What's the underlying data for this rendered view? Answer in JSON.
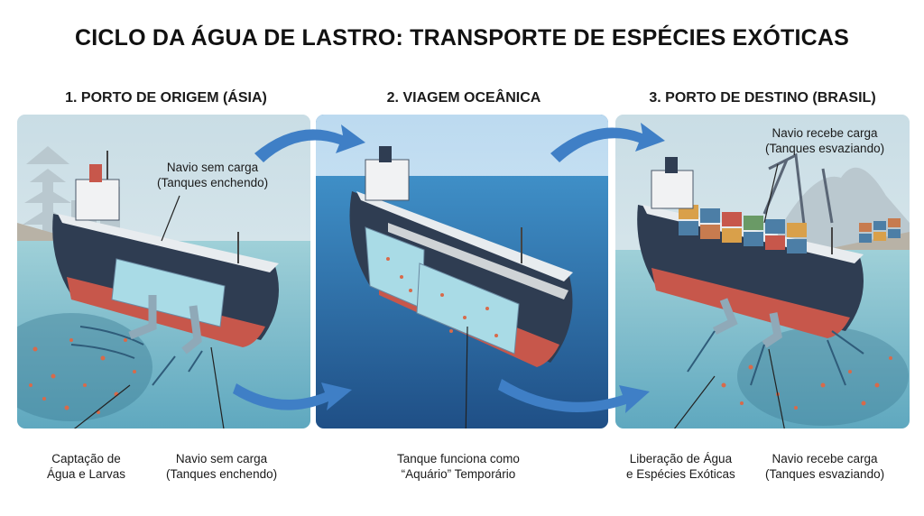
{
  "title": "CICLO DA ÁGUA DE LASTRO: TRANSPORTE DE ESPÉCIES EXÓTICAS",
  "panels": [
    {
      "heading": "1. PORTO DE ORIGEM (ÁSIA)",
      "inner_label": [
        "Navio sem carga",
        "(Tanques enchendo)"
      ],
      "bottom_labels": [
        [
          "Captação de",
          "Água e Larvas"
        ],
        [
          "Navio sem carga",
          "(Tanques enchendo)"
        ]
      ]
    },
    {
      "heading": "2. VIAGEM OCEÂNICA",
      "bottom_labels": [
        [
          "Tanque funciona como",
          "“Aquário” Temporário"
        ]
      ]
    },
    {
      "heading": "3. PORTO DE DESTINO (BRASIL)",
      "inner_label": [
        "Navio recebe carga",
        "(Tanques esvaziando)"
      ],
      "bottom_labels": [
        [
          "Liberação de Água",
          "e Espécies Exóticas"
        ],
        [
          "Navio recebe carga",
          "(Tanques esvaziando)"
        ]
      ]
    }
  ],
  "colors": {
    "sea": "#8fc8d4",
    "ocean": "#2b78b4",
    "hull_red": "#c7574b",
    "hull_dark": "#2f3d52",
    "arrow_blue": "#3f7fc6"
  }
}
